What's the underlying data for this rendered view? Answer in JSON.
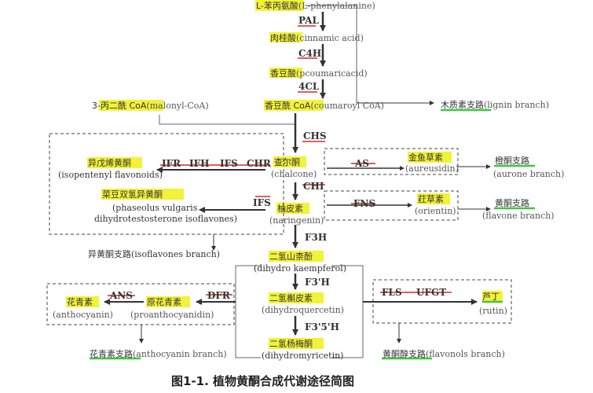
{
  "compounds": {
    "phe": {
      "cn": "L-苯丙氨酸",
      "en": "(L-phenylalanine)"
    },
    "cinnamic": {
      "cn": "肉桂酸",
      "en": "(cinnamic acid)"
    },
    "pcoumaric": {
      "cn": "香豆酸",
      "en": "(pcoumaricacid)"
    },
    "coumaroyl": {
      "cn": "香豆酰 CoA",
      "en": "(coumaroyl CoA)"
    },
    "malonyl": {
      "cn": "3-丙二酰 CoA",
      "en": "(malonyl-CoA)"
    },
    "lignin": {
      "cn": "木质素支路",
      "en": "(lignin branch)"
    },
    "chalcone": {
      "cn": "查尔酮",
      "en": "(chalcone)"
    },
    "naringenin": {
      "cn": "柚皮素",
      "en": "(naringenin)"
    },
    "dhk": {
      "cn": "二氢山柰酚",
      "en": "(dihydro kaempferol)"
    },
    "dhq": {
      "cn": "二氢槲皮素",
      "en": "(dihydroquercetin)"
    },
    "dhm": {
      "cn": "二氢杨梅酮",
      "en": "(dihydromyricetin)"
    },
    "isopentenyl": {
      "cn": "异戊烯黄酮",
      "en": "(isopentenyl flavonoids)"
    },
    "phaseolus": {
      "cn": "菜豆双氢异黄酮",
      "en1": "(phaseolus vulgaris",
      "en2": "dihydrotestosterone isoflavones)"
    },
    "isoflavones_branch": {
      "cn": "异黄酮支路",
      "en": "(isoflavones branch)"
    },
    "aureusidin": {
      "cn": "金鱼草素",
      "en": "(aureusidin)"
    },
    "aurone": {
      "cn": "橙酮支路",
      "en": "(aurone  branch)"
    },
    "orientin": {
      "cn": "荭草素",
      "en": "(orientin)"
    },
    "flavone": {
      "cn": "黄酮支路",
      "en": "(flavone branch)"
    },
    "anthocyanin": {
      "cn": "花青素",
      "en": "(anthocyanin)"
    },
    "proantho": {
      "cn": "原花青素",
      "en": "(proanthocyanidin)"
    },
    "antho_branch": {
      "cn": "花青素支路",
      "en": "(anthocyanin branch)"
    },
    "rutin": {
      "cn": "芦丁",
      "en": "(rutin)"
    },
    "flavonols": {
      "cn": "黄酮醇支路",
      "en": "(flavonols branch)"
    }
  },
  "enzymes": {
    "pal": "PAL",
    "c4h": "C4H",
    "fourcl": "4CL",
    "chs": "CHS",
    "chi": "CHI",
    "f3h": "F3H",
    "f3ph": "F3'H",
    "f35h": "F3'5'H",
    "ifr": "IFR",
    "ifh": "IFH",
    "ifs": "IFS",
    "chr": "CHR",
    "ifs2": "IFS",
    "as": "AS",
    "fns": "FNS",
    "ans": "ANS",
    "dfr": "DFR",
    "fls": "FLS",
    "ufgt": "UFGT"
  },
  "caption": "图1-1. 植物黄酮合成代谢途径简图",
  "colors": {
    "highlight": "#f2f23a",
    "green": "#3ec63e",
    "red": "#d42a2a",
    "arrow": "#333333"
  }
}
